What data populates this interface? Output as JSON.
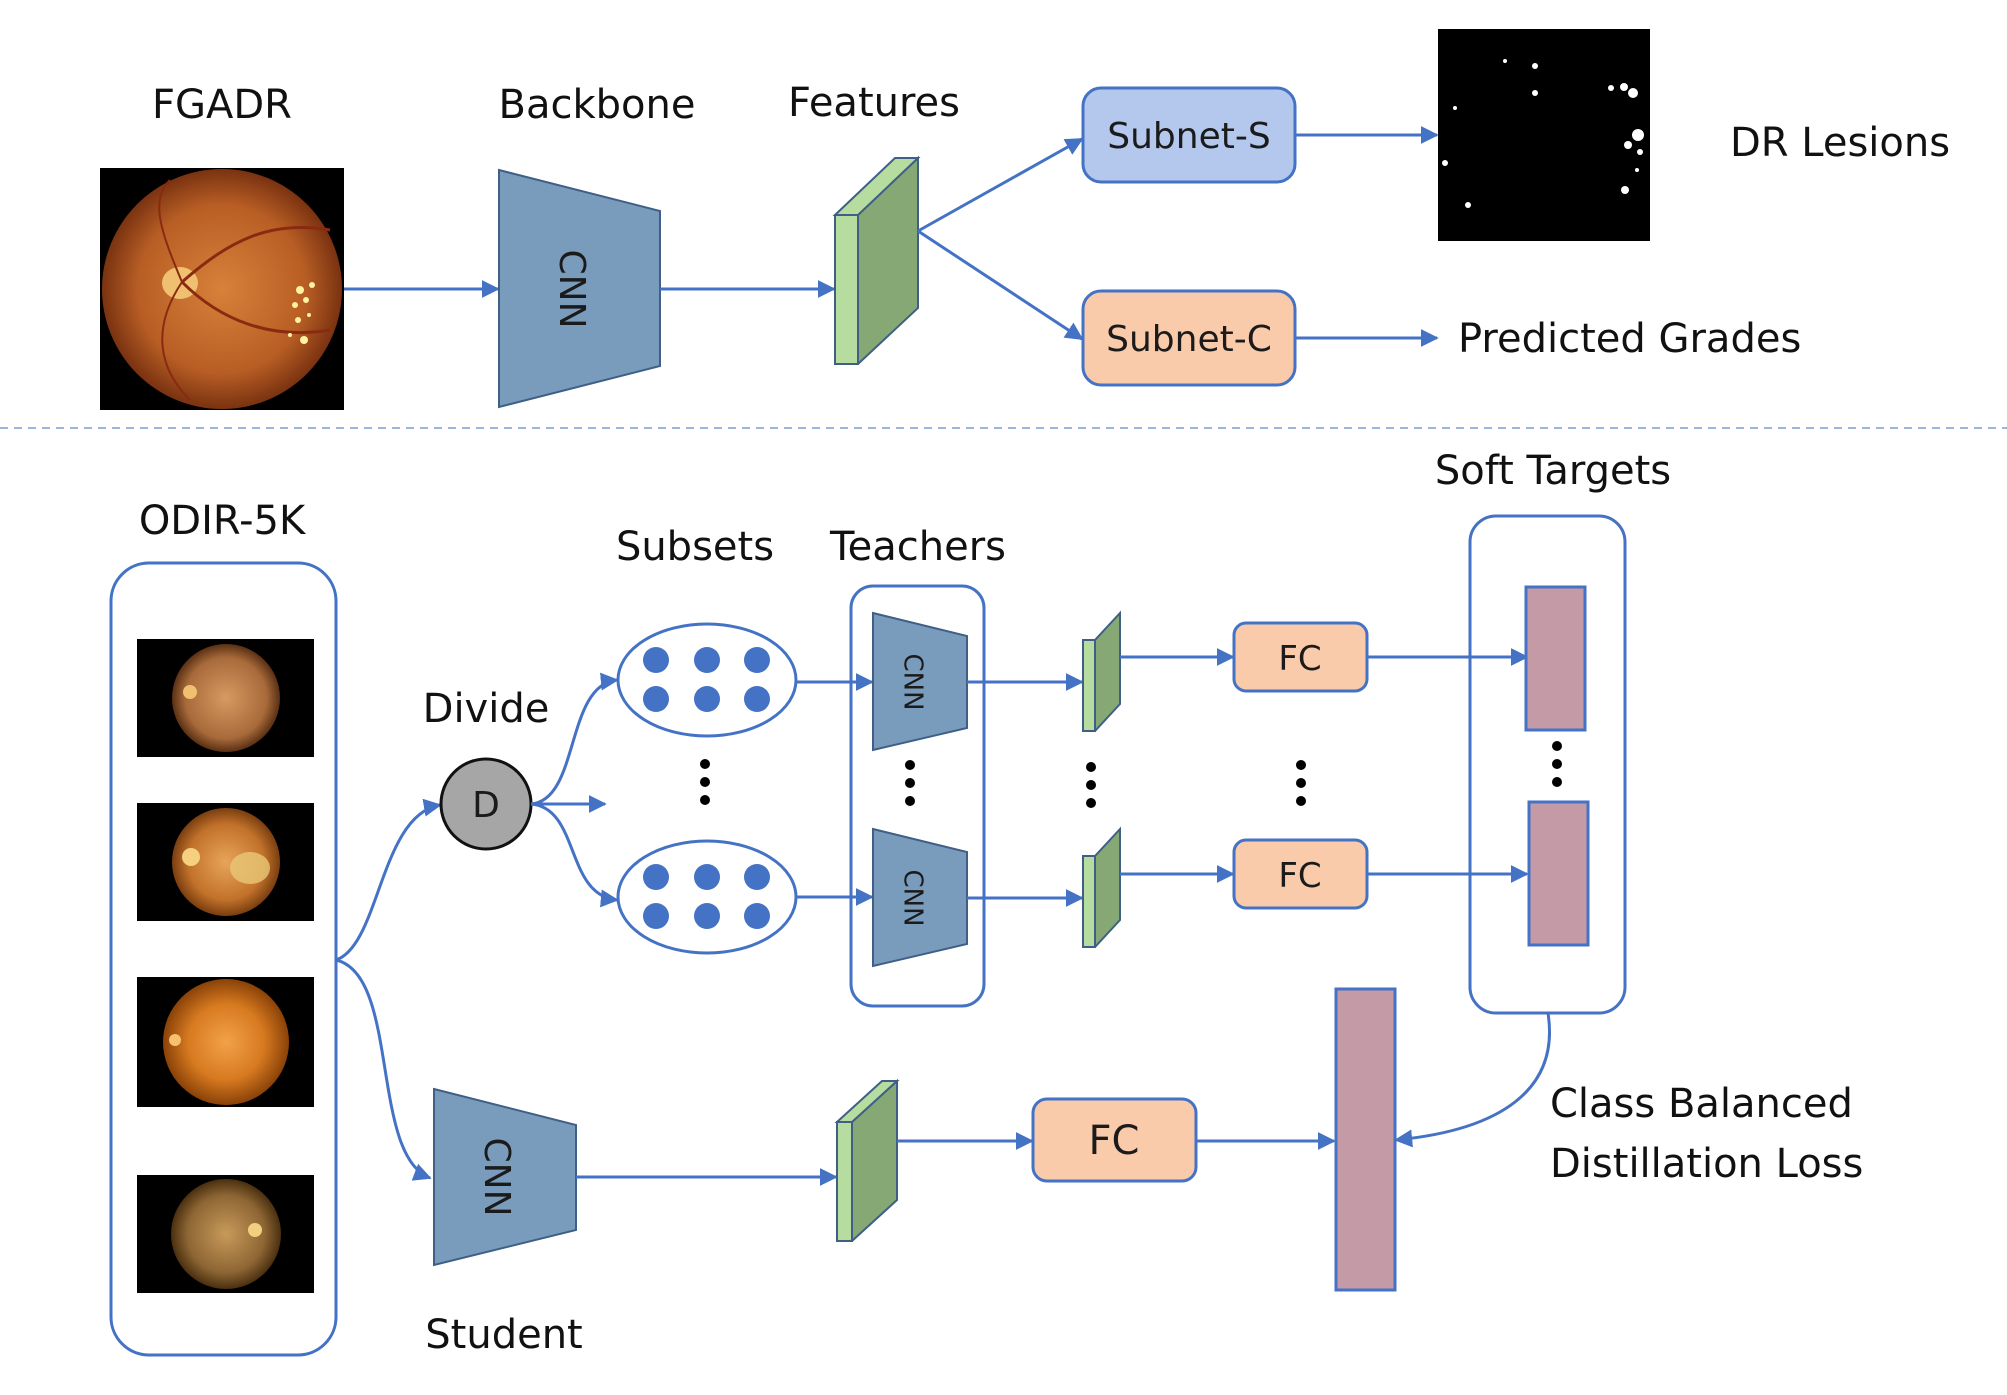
{
  "top": {
    "dataset_label": "FGADR",
    "backbone_label": "Backbone",
    "cnn_text": "CNN",
    "features_label": "Features",
    "subnet_s": "Subnet-S",
    "subnet_c": "Subnet-C",
    "lesions_label": "DR Lesions",
    "grades_label": "Predicted Grades"
  },
  "bottom": {
    "dataset_label": "ODIR-5K",
    "divide_label": "Divide",
    "divide_node": "D",
    "subsets_label": "Subsets",
    "teachers_label": "Teachers",
    "cnn_text": "CNN",
    "fc_text": "FC",
    "soft_targets_label": "Soft Targets",
    "student_label": "Student",
    "loss_label_line1": "Class Balanced",
    "loss_label_line2": "Distillation Loss"
  },
  "colors": {
    "arrow": "#4472c4",
    "cnn_fill": "#7a9cbc",
    "cnn_stroke": "#3f5f86",
    "feature_front": "#86a874",
    "feature_side": "#b7dca0",
    "subnet_s_fill": "#b3c8ec",
    "subnet_c_fill": "#f9cbaa",
    "fc_fill": "#f9cbaa",
    "soft_target_fill": "#c49aa6",
    "dot_fill": "#4472c4",
    "divide_fill": "#a6a6a6",
    "separator": "#9bb5dc"
  }
}
